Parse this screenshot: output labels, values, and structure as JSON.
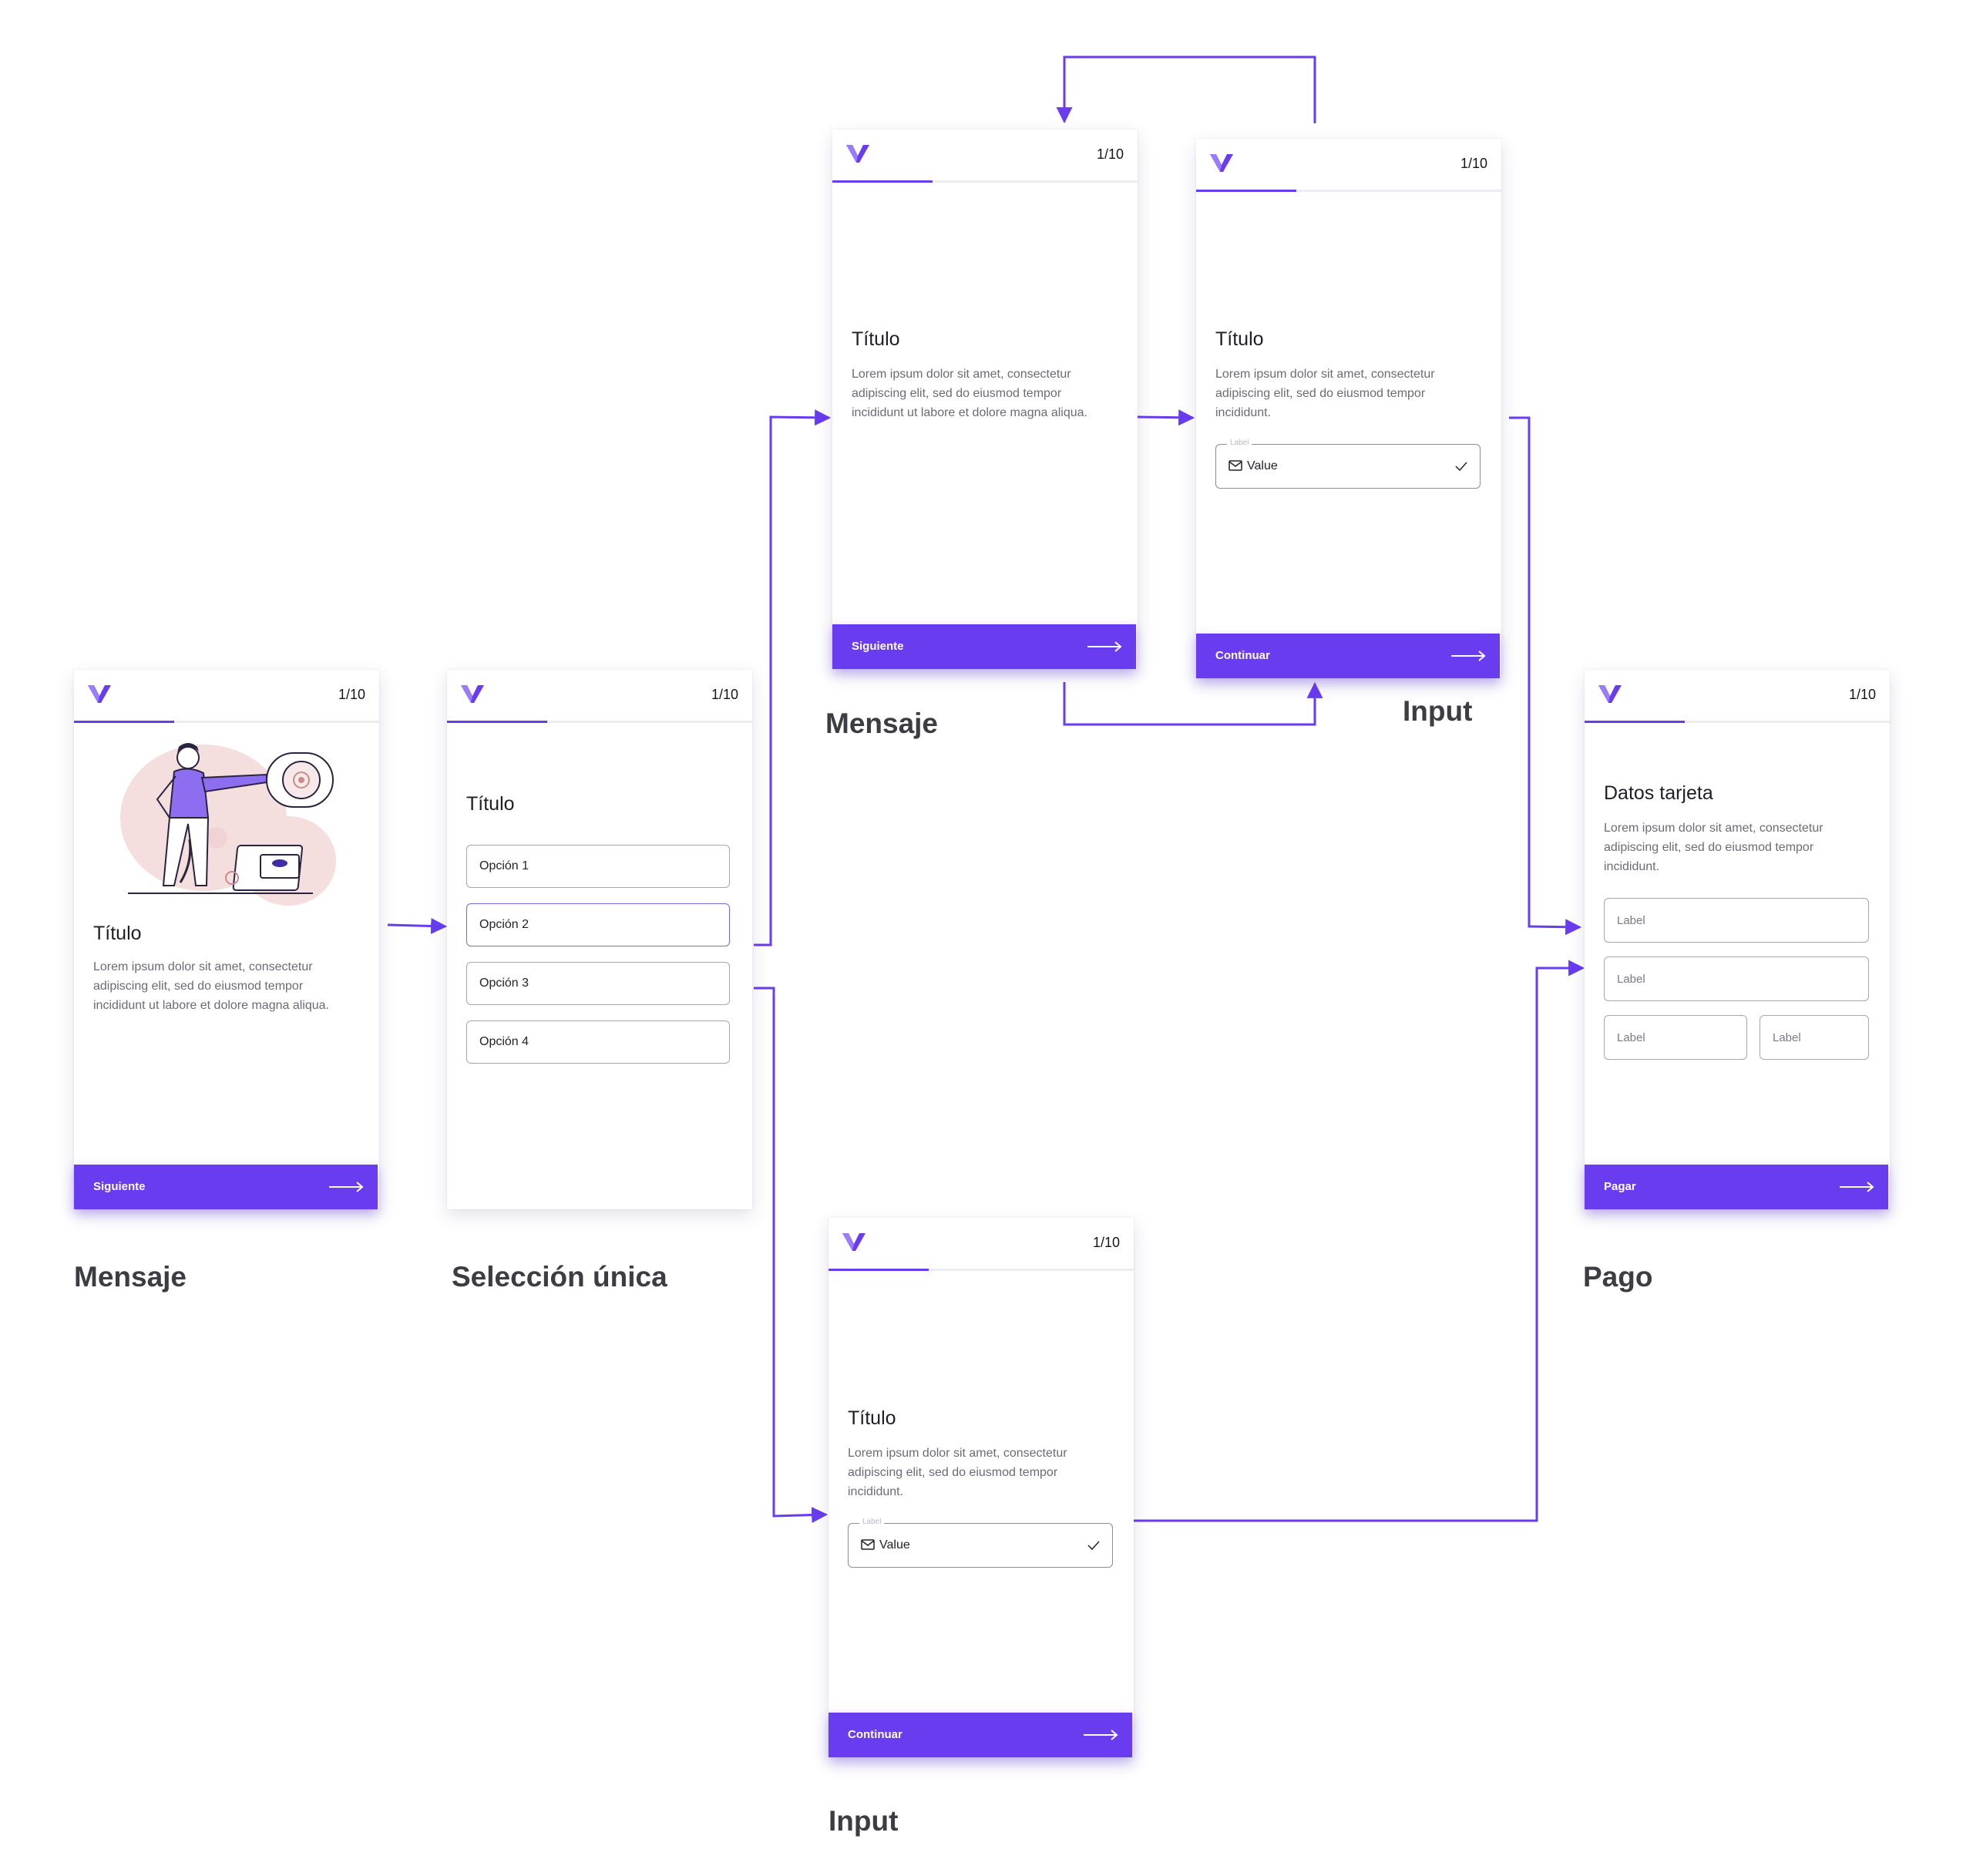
{
  "colors": {
    "accent": "#6a3cf0",
    "connector": "#6a3cf0",
    "caption": "#3c3c44"
  },
  "screens": {
    "mensaje_intro": {
      "step": "1/10",
      "title": "Título",
      "body": "Lorem ipsum dolor sit amet, consectetur adipiscing elit, sed do eiusmod tempor incididunt ut labore et dolore magna aliqua.",
      "cta": "Siguiente",
      "caption": "Mensaje"
    },
    "seleccion": {
      "step": "1/10",
      "title": "Título",
      "options": [
        "Opción 1",
        "Opción 2",
        "Opción 3",
        "Opción 4"
      ],
      "caption": "Selección única"
    },
    "mensaje_top": {
      "step": "1/10",
      "title": "Título",
      "body": "Lorem ipsum dolor sit amet, consectetur adipiscing elit, sed do eiusmod tempor incididunt ut labore et dolore magna aliqua.",
      "cta": "Siguiente",
      "caption": "Mensaje"
    },
    "input_top": {
      "step": "1/10",
      "title": "Título",
      "body": "Lorem ipsum dolor sit amet, consectetur adipiscing elit, sed do eiusmod tempor incididunt.",
      "field_label": "Label",
      "field_value": "Value",
      "cta": "Continuar",
      "caption": "Input"
    },
    "input_bottom": {
      "step": "1/10",
      "title": "Título",
      "body": "Lorem ipsum dolor sit amet, consectetur adipiscing elit, sed do eiusmod tempor incididunt.",
      "field_label": "Label",
      "field_value": "Value",
      "cta": "Continuar",
      "caption": "Input"
    },
    "pago": {
      "step": "1/10",
      "title": "Datos tarjeta",
      "body": "Lorem ipsum dolor sit amet, consectetur adipiscing elit, sed do eiusmod tempor incididunt.",
      "fields": [
        "Label",
        "Label",
        "Label",
        "Label"
      ],
      "cta": "Pagar",
      "caption": "Pago"
    }
  },
  "icons": {
    "logo": "v-logo-icon",
    "arrow": "arrow-right-icon",
    "mail": "mail-icon",
    "check": "check-icon",
    "illustration": "person-presenting-illustration"
  }
}
